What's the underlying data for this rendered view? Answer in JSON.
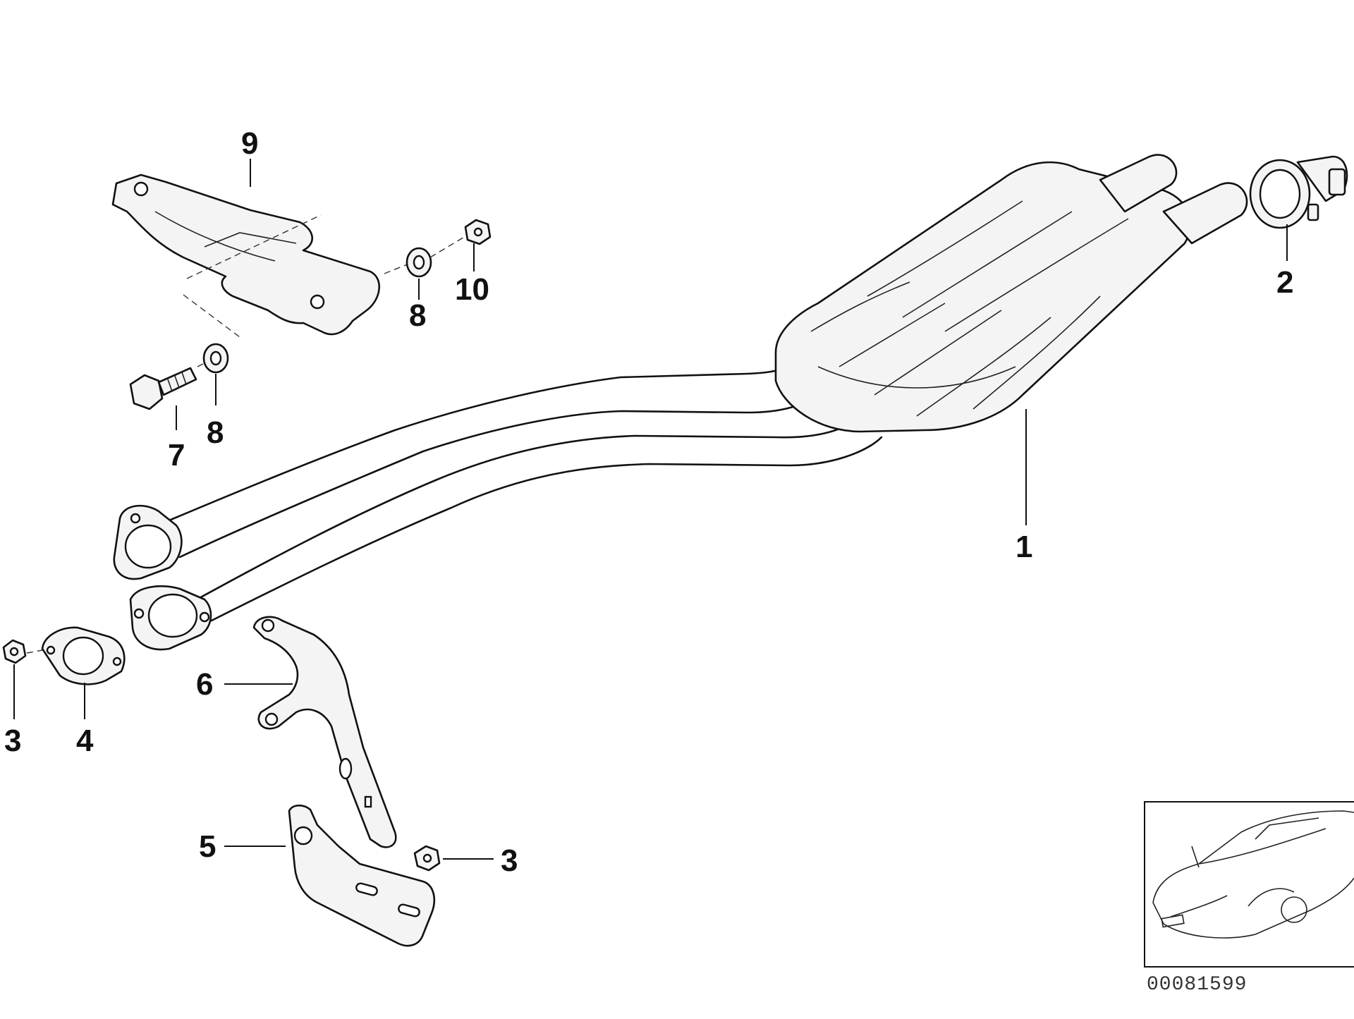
{
  "diagram": {
    "document_number": "00081599",
    "callouts": [
      {
        "id": "c1",
        "text": "1"
      },
      {
        "id": "c2",
        "text": "2"
      },
      {
        "id": "c3a",
        "text": "3"
      },
      {
        "id": "c3b",
        "text": "3"
      },
      {
        "id": "c4",
        "text": "4"
      },
      {
        "id": "c5",
        "text": "5"
      },
      {
        "id": "c6",
        "text": "6"
      },
      {
        "id": "c7",
        "text": "7"
      },
      {
        "id": "c8a",
        "text": "8"
      },
      {
        "id": "c8b",
        "text": "8"
      },
      {
        "id": "c9",
        "text": "9"
      },
      {
        "id": "c10",
        "text": "10"
      }
    ],
    "parts": [
      {
        "callout": "1",
        "icon": "catalytic-converter-pipe-icon"
      },
      {
        "callout": "2",
        "icon": "pipe-clamp-icon"
      },
      {
        "callout": "3",
        "icon": "hex-nut-icon"
      },
      {
        "callout": "4",
        "icon": "gasket-icon"
      },
      {
        "callout": "5",
        "icon": "bracket-icon"
      },
      {
        "callout": "6",
        "icon": "bracket-icon"
      },
      {
        "callout": "7",
        "icon": "hex-bolt-icon"
      },
      {
        "callout": "8",
        "icon": "washer-icon"
      },
      {
        "callout": "9",
        "icon": "heat-shield-bracket-icon"
      },
      {
        "callout": "10",
        "icon": "hex-nut-icon"
      }
    ],
    "locator_icon": "car-locator-icon",
    "stroke_color": "#111111",
    "background_color": "#ffffff"
  }
}
